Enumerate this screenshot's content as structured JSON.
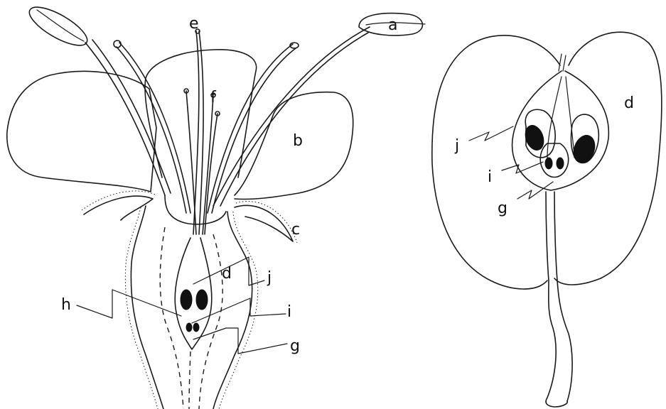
{
  "flower": {
    "labels": {
      "a": "a",
      "b": "b",
      "c": "c",
      "d": "d",
      "e": "e",
      "f": "f",
      "g": "g",
      "h": "h",
      "i": "i",
      "j": "j"
    }
  },
  "fruit": {
    "labels": {
      "d": "d",
      "g": "g",
      "i": "i",
      "j": "j"
    }
  }
}
